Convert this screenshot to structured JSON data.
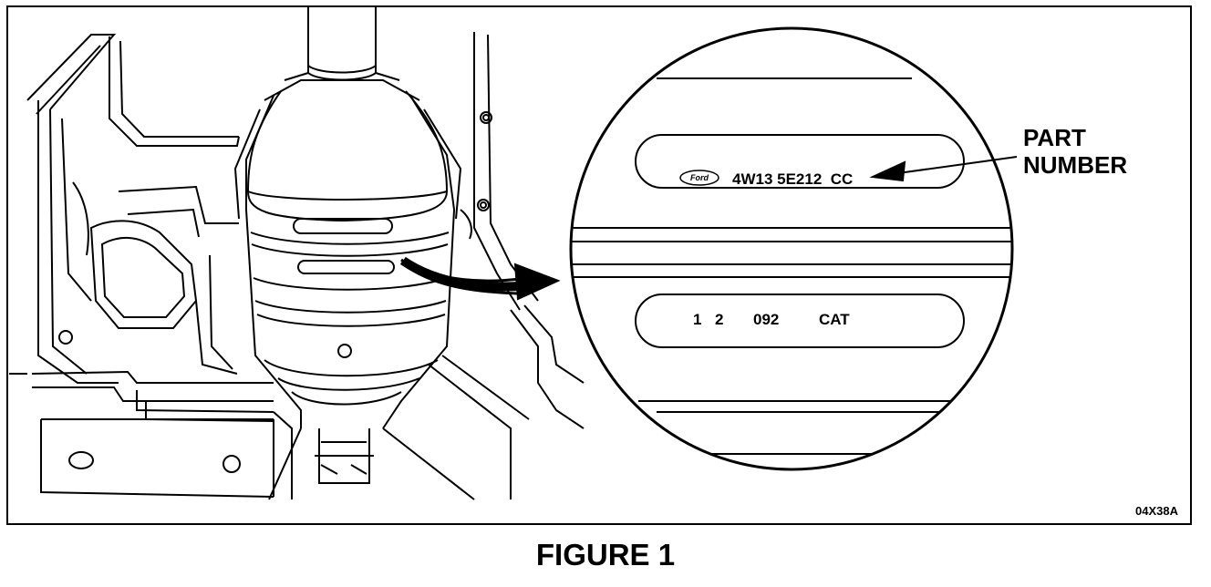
{
  "figure": {
    "title": "FIGURE 1",
    "code": "04X38A"
  },
  "callout": {
    "line1": "PART",
    "line2": "NUMBER"
  },
  "label_plate": {
    "brand_logo_text": "Ford",
    "part_number": "4W13 5E212  CC",
    "second_line": {
      "a": "1",
      "b": "2",
      "c": "092",
      "d": "CAT"
    }
  },
  "colors": {
    "line": "#000000",
    "background": "#ffffff"
  }
}
